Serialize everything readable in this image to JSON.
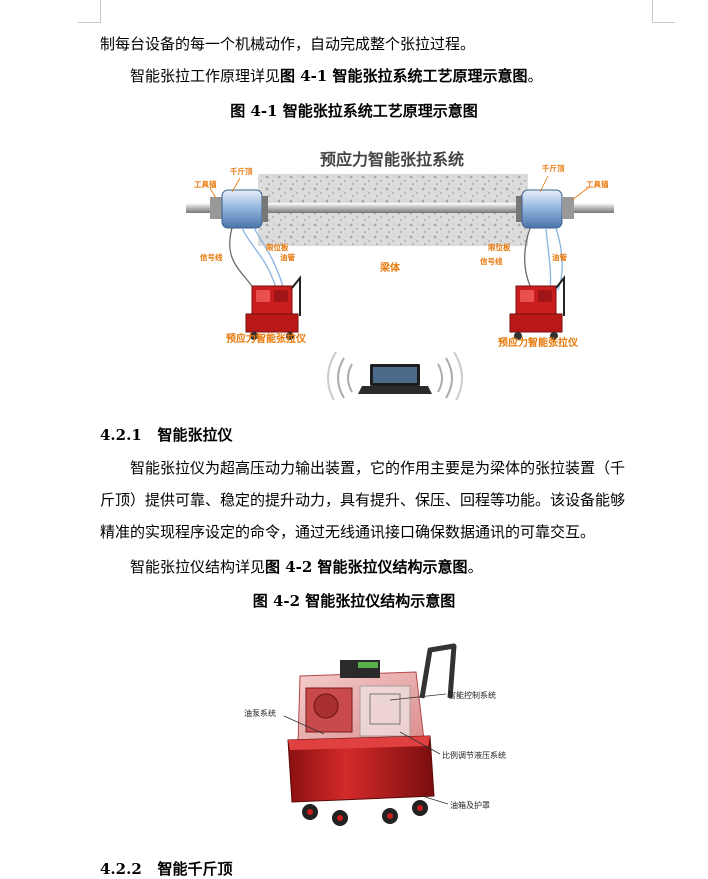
{
  "para1_cont": "制每台设备的每一个机械动作，自动完成整个张拉过程。",
  "para2": {
    "prefix": "智能张拉工作原理详见",
    "ref": "图 4-1 智能张拉系统工艺原理示意图",
    "suffix": "。"
  },
  "fig1_caption": "图 4-1 智能张拉系统工艺原理示意图",
  "fig1": {
    "title": "预应力智能张拉系统",
    "labels": {
      "jack_left": "千斤顶",
      "anchor_left": "工具锚",
      "jack_right": "千斤顶",
      "anchor_right": "工具锚",
      "limit_left": "限位板",
      "oil_left": "油管",
      "signal_left": "信号线",
      "limit_right": "限位板",
      "signal_right": "信号线",
      "oil_right": "油管",
      "beam": "梁体",
      "device_left": "预应力智能张拉仪",
      "device_right": "预应力智能张拉仪"
    }
  },
  "section_421": {
    "number": "4.2.1",
    "title": "智能张拉仪"
  },
  "para3": [
    "智能张拉仪为超高压动力输出装置，它的作用主要是为梁体的张拉装置（千",
    "斤顶）提供可靠、稳定的提升动力，具有提升、保压、回程等功能。该设备能够",
    "精准的实现程序设定的命令，通过无线通讯接口确保数据通讯的可靠交互。"
  ],
  "para4": {
    "prefix": "智能张拉仪结构详见",
    "ref": "图 4-2 智能张拉仪结构示意图",
    "suffix": "。"
  },
  "fig2_caption": "图 4-2 智能张拉仪结构示意图",
  "fig2": {
    "labels": {
      "control": "智能控制系统",
      "pump": "油泵系统",
      "hydraulic": "比例调节液压系统",
      "tank": "油箱及护罩"
    }
  },
  "section_422": {
    "number": "4.2.2",
    "title": "智能千斤顶"
  },
  "colors": {
    "orange": "#e8780a",
    "red": "#c81e1e",
    "title_gray": "#444444"
  }
}
